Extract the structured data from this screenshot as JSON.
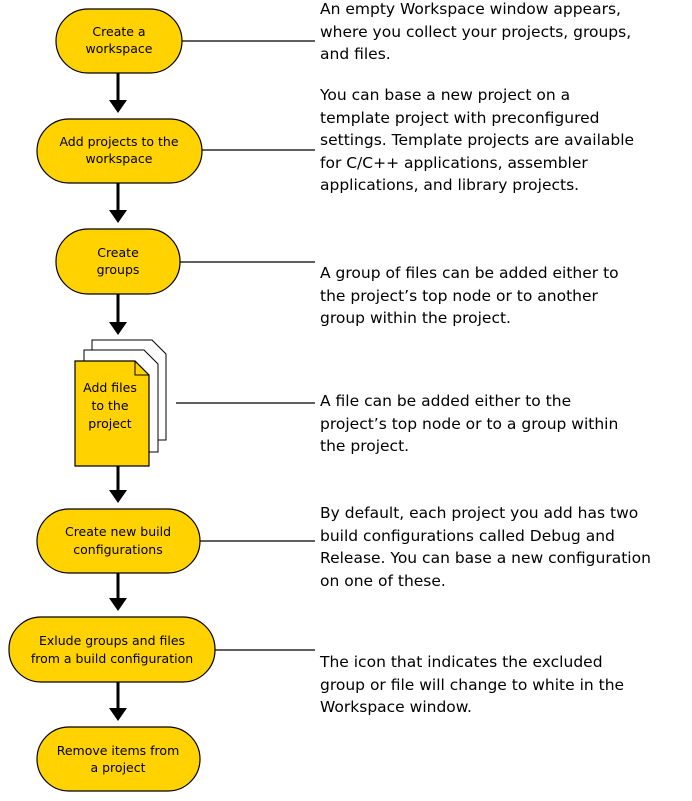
{
  "steps": [
    {
      "label": [
        "Create a",
        "workspace"
      ],
      "description": [
        "An empty Workspace window appears,",
        "where you collect your projects, groups,",
        "and files."
      ]
    },
    {
      "label": [
        "Add projects to the",
        "workspace"
      ],
      "description": [
        "You can base a new project on a",
        "template project with preconfigured",
        "settings. Template projects are available",
        "for C/C++ applications, assembler",
        "applications, and library projects."
      ]
    },
    {
      "label": [
        "Create",
        "groups"
      ],
      "description": [
        "A group of files can be added either to",
        "the project’s top node or to another",
        "group within the project."
      ]
    },
    {
      "label": [
        "Add files",
        "to the",
        "project"
      ],
      "description": [
        "A file can be added either to the",
        "project’s top node or to a group within",
        "the project."
      ]
    },
    {
      "label": [
        "Create new build",
        "configurations"
      ],
      "description": [
        "By default, each project you add has two",
        "build configurations called Debug and",
        "Release. You can base a new configuration",
        "on one of these."
      ]
    },
    {
      "label": [
        "Exlude groups and files",
        "from a build configuration"
      ],
      "description": [
        "The icon that indicates the excluded",
        "group or file will change to white in the",
        "Workspace window."
      ]
    },
    {
      "label": [
        "Remove items from",
        "a project"
      ],
      "description": []
    }
  ],
  "colors": {
    "node_fill": "#FFD200",
    "node_stroke": "#000000",
    "line": "#000000",
    "page_fill": "#ffffff"
  }
}
